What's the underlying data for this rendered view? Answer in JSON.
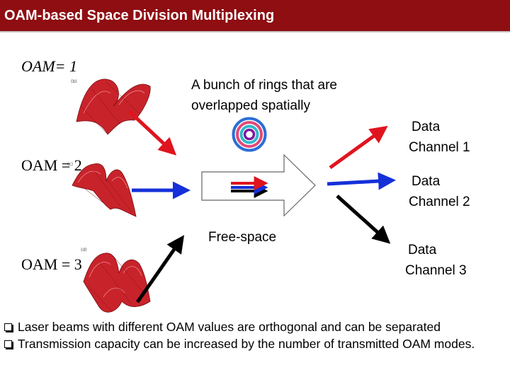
{
  "title": "OAM-based Space Division Multiplexing",
  "labels": {
    "oam1": "OAM= 1",
    "oam2": "OAM = 2",
    "oam3": "OAM = 3",
    "rings_line1": "A bunch of rings that are",
    "rings_line2": "overlapped spatially",
    "free_space": "Free-space",
    "channel1_line1": "Data",
    "channel1_line2": "Channel 1",
    "channel2_line1": "Data",
    "channel2_line2": "Channel 2",
    "channel3_line1": "Data",
    "channel3_line2": "Channel 3"
  },
  "bullets": [
    "Laser beams with different OAM values are orthogonal and can be separated",
    "Transmission capacity can be increased by the number of transmitted OAM modes."
  ],
  "colors": {
    "title_bar": "#8e0e12",
    "beam_red": "#e0141e",
    "beam_blue": "#1530d8",
    "beam_black": "#000000",
    "ring_blue": "#2a6fd6",
    "ring_red": "#e04a7a",
    "ring_cyan": "#31b8c9",
    "ring_purple": "#7a1aa0",
    "surface": "#c8232b"
  }
}
